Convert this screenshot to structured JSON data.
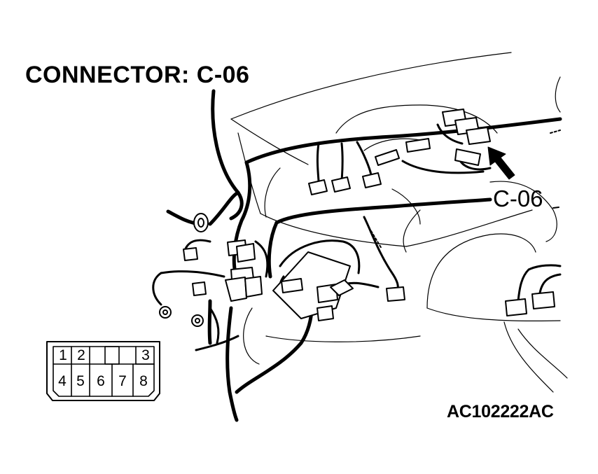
{
  "title": "CONNECTOR: C-06",
  "callout_label": "C-06",
  "figure_id": "AC102222AC",
  "connector_pins": {
    "top_row": [
      "1",
      "2",
      "3"
    ],
    "bottom_row": [
      "4",
      "5",
      "6",
      "7",
      "8"
    ]
  },
  "colors": {
    "line": "#000000",
    "background": "#ffffff"
  }
}
